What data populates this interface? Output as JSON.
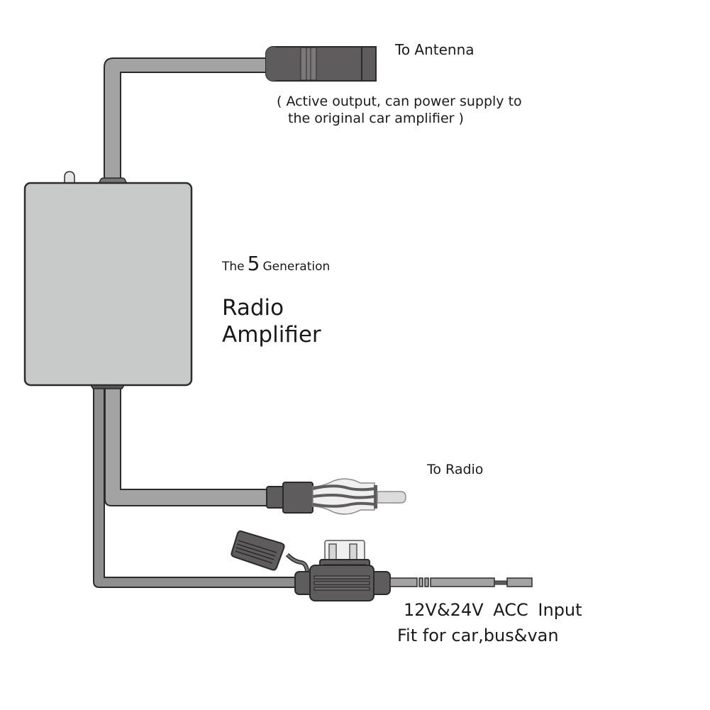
{
  "diagram": {
    "title_prefix": "The",
    "generation_number": "5",
    "title_suffix": "Generation",
    "product_name_line1": "Radio",
    "product_name_line2": "Amplifier",
    "connectors": {
      "antenna": {
        "label": "To Antenna",
        "note_line1": "( Active output, can power supply to",
        "note_line2": "the original car amplifier )"
      },
      "radio": {
        "label": "To Radio"
      },
      "power": {
        "label": "12V&24V  ACC   Input",
        "compatibility": "Fit for car,bus&van"
      }
    },
    "colors": {
      "box_fill": "#c8cac9",
      "cable_fill": "#a3a3a3",
      "connector_fill": "#5e5c5d",
      "outline": "#2b2b2b",
      "text": "#1a1a1a"
    }
  }
}
